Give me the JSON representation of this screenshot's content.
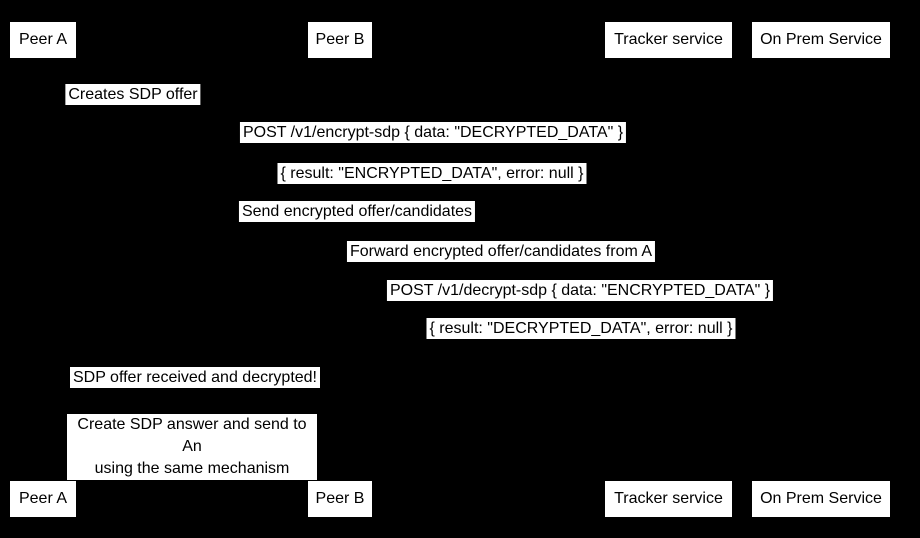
{
  "diagram": {
    "type": "sequence-diagram",
    "theme": {
      "background": "#000000",
      "participant_box_fill": "#ffffff",
      "participant_box_text": "#000000",
      "message_label_fill": "#ffffff",
      "message_label_text": "#000000"
    },
    "participants": [
      {
        "name": "Peer A"
      },
      {
        "name": "Peer B"
      },
      {
        "name": "Tracker service"
      },
      {
        "name": "On Prem Service"
      }
    ],
    "messages": [
      {
        "text": "Creates SDP offer"
      },
      {
        "text": "POST /v1/encrypt-sdp { data: \"DECRYPTED_DATA\" }"
      },
      {
        "text": "{ result: \"ENCRYPTED_DATA\", error: null }"
      },
      {
        "text": "Send encrypted offer/candidates"
      },
      {
        "text": "Forward encrypted offer/candidates from A"
      },
      {
        "text": "POST /v1/decrypt-sdp { data: \"ENCRYPTED_DATA\" }"
      },
      {
        "text": "{ result: \"DECRYPTED_DATA\", error: null }"
      },
      {
        "text": "SDP offer received and decrypted!"
      },
      {
        "text": "Create SDP answer and send to An\nusing the same mechanism"
      }
    ]
  }
}
